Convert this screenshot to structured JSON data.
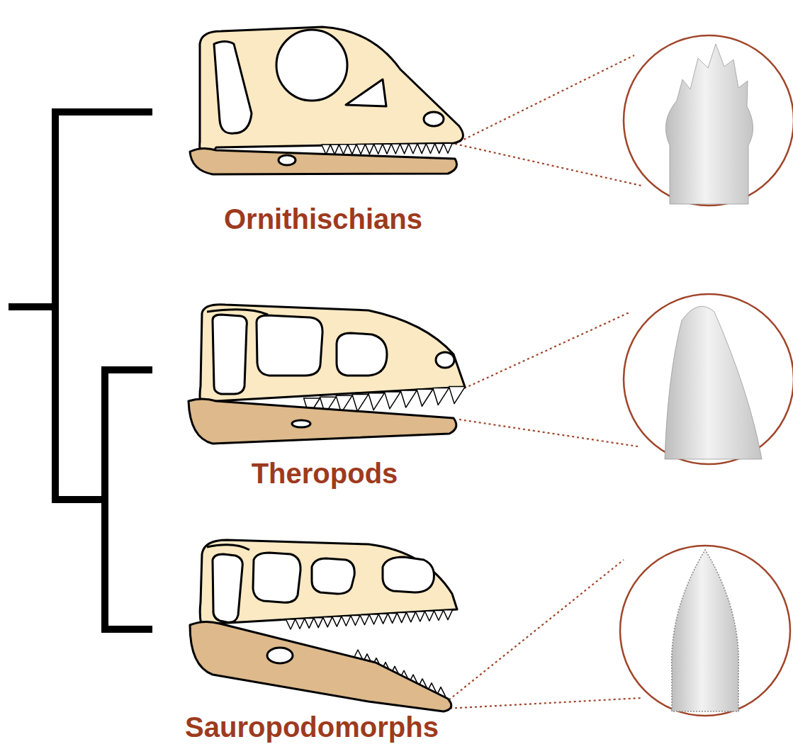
{
  "diagram": {
    "labels": [
      "Ornithischians",
      "Theropods",
      "Sauropodomorphs"
    ]
  }
}
